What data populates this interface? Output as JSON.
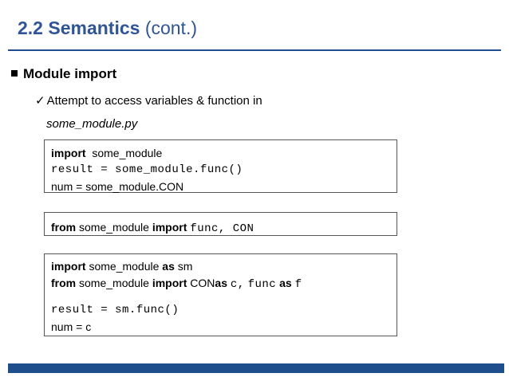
{
  "title": {
    "main": "2.2 Semantics",
    "suffix": "(cont.)"
  },
  "bullet": "Module import",
  "sub_bullet": "Attempt to access variables & function in",
  "filename": "some_module.py",
  "code_box_1": {
    "line1_kw": "import",
    "line1_rest": "some_module",
    "line2": "result = some_module.func()",
    "line3": "num = some_module.CON"
  },
  "code_box_2": {
    "kw_from": "from",
    "module": "some_module",
    "kw_import": "import",
    "names": "func, CON"
  },
  "code_box_3": {
    "line1_kw_import": "import",
    "line1_module": "some_module",
    "line1_kw_as": "as",
    "line1_alias": "sm",
    "line2_kw_from": "from",
    "line2_module": "some_module",
    "line2_kw_import": "import",
    "line2_name1": "CON",
    "line2_kw_as1": "as",
    "line2_alias1": "c,",
    "line2_name2": "func",
    "line2_kw_as2": "as",
    "line2_alias2": "f",
    "line4": "result = sm.func()",
    "line5": "num = c"
  },
  "colors": {
    "title": "#2f5597",
    "rule": "#1f4e8c"
  }
}
